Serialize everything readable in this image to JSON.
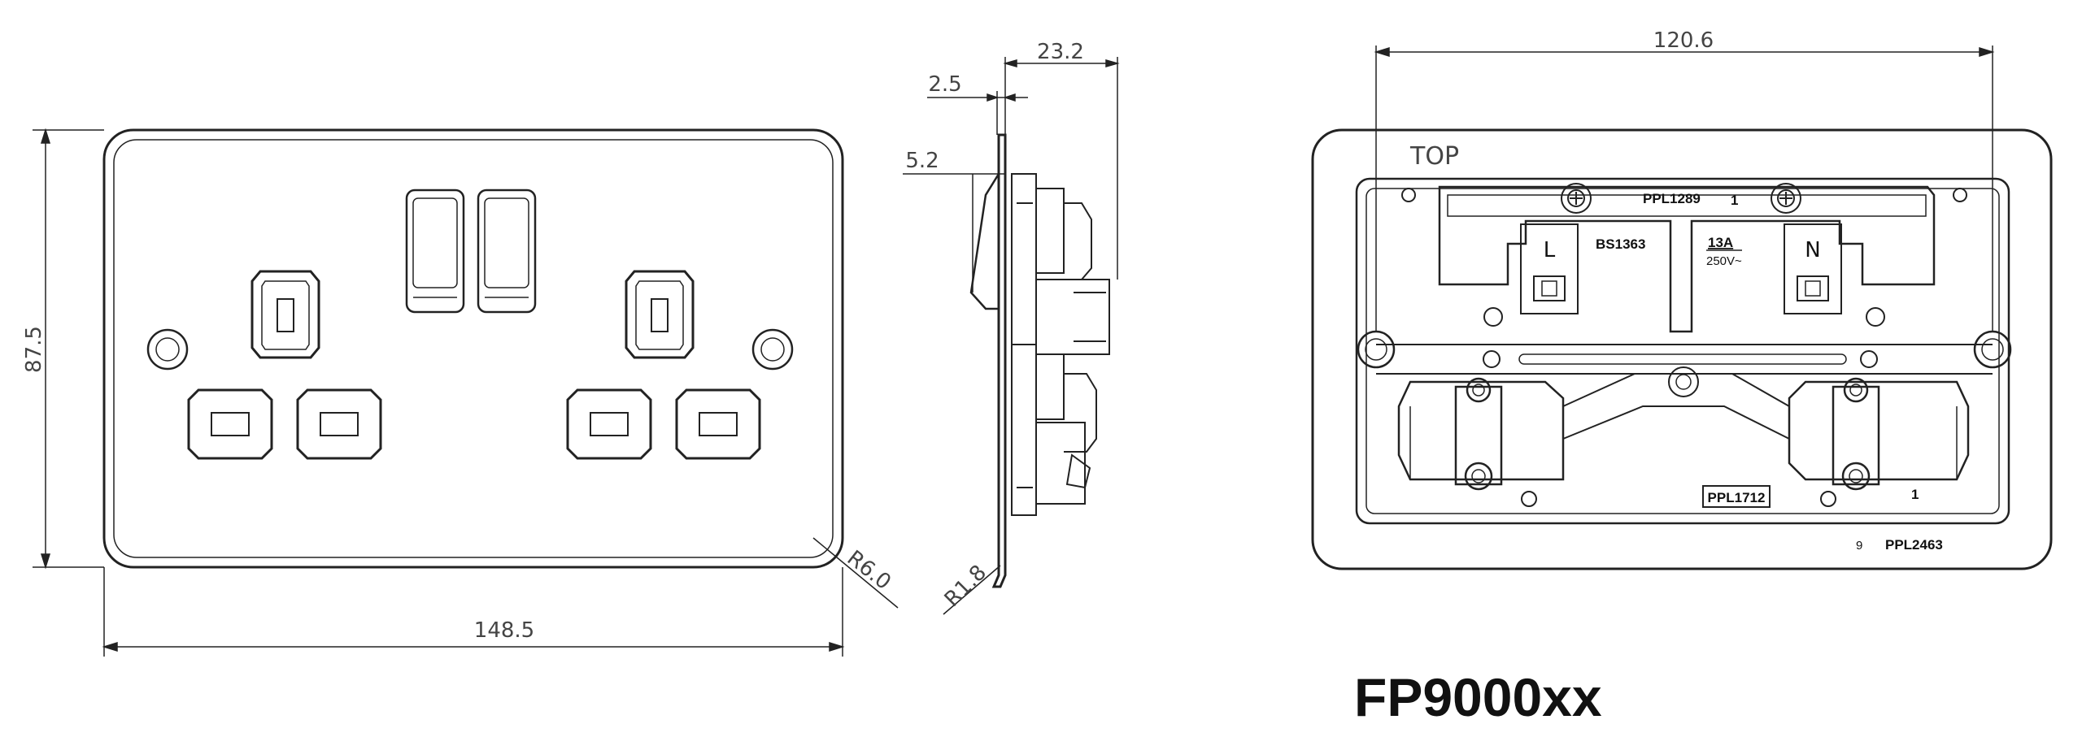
{
  "front_view": {
    "width_label": "148.5",
    "height_label": "87.5",
    "corner_radius_label": "R6.0"
  },
  "side_view": {
    "depth_label": "23.2",
    "plate_thickness_label": "2.5",
    "rocker_height_label": "5.2",
    "edge_radius_label": "R1.8"
  },
  "rear_view": {
    "fixing_centres_label": "120.6",
    "top_label": "TOP",
    "part_label_top": "PPL1289",
    "part_label_bottom": "PPL1712",
    "part_label_corner": "PPL2463",
    "standard_label": "BS1363",
    "rating_amps": "13A",
    "rating_volts": "250V~",
    "terminal_live": "L",
    "terminal_neutral": "N",
    "mark_1a": "1",
    "mark_1b": "1",
    "mark_small": "9"
  },
  "model_code": "FP9000xx"
}
